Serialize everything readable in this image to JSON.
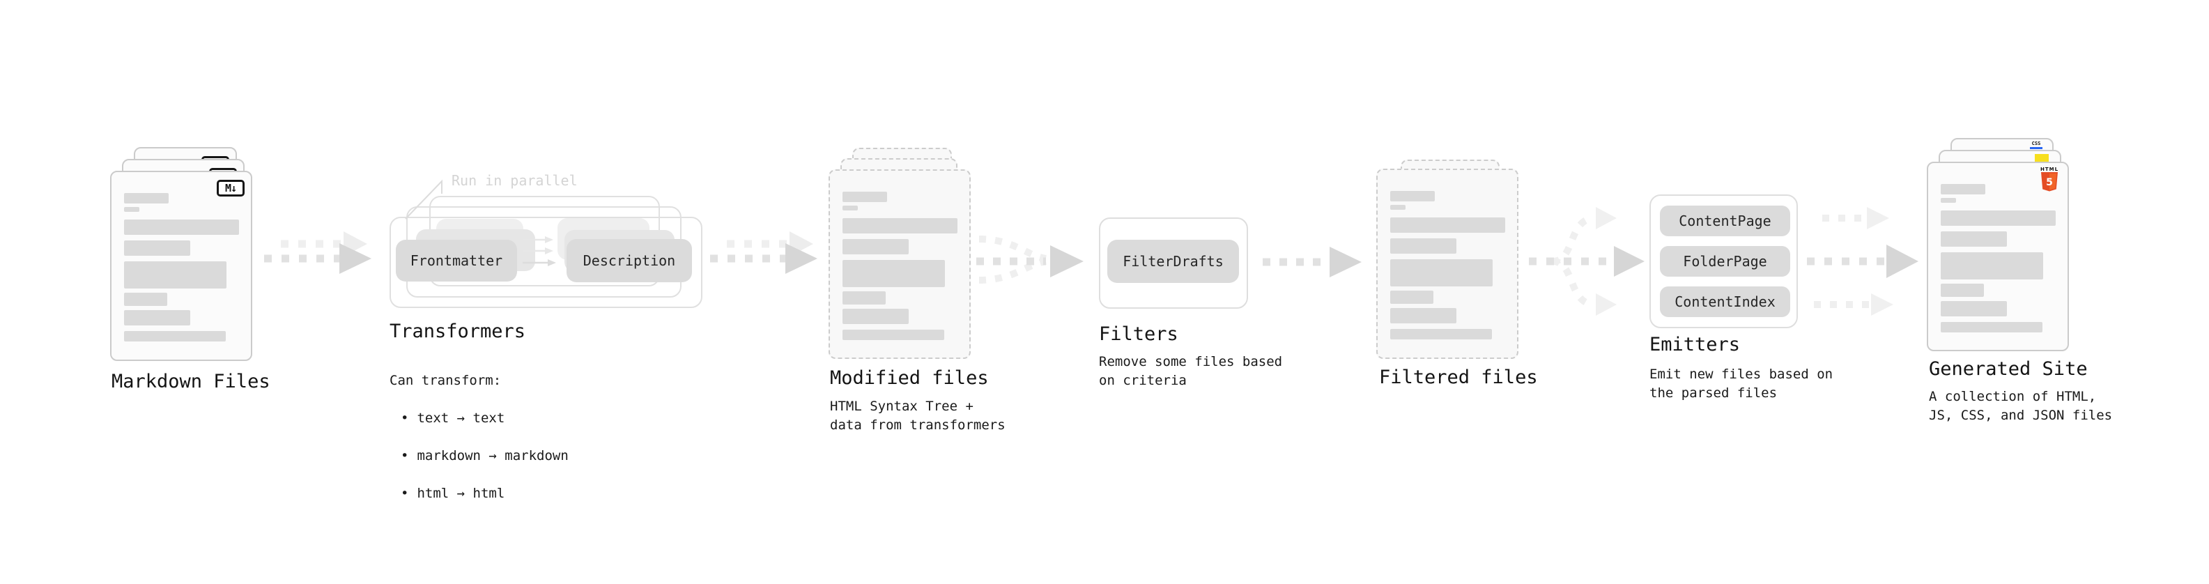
{
  "stages": {
    "markdown": {
      "label": "Markdown Files",
      "badge": "M↓"
    },
    "transformers": {
      "label": "Transformers",
      "note": "Run in parallel",
      "pill_left": "Frontmatter",
      "pill_right": "Description",
      "desc_title": "Can transform:",
      "bullet_char": "•",
      "bullets": [
        "text → text",
        "markdown → markdown",
        "html → html"
      ]
    },
    "modified": {
      "label": "Modified files",
      "desc": "HTML Syntax Tree +\ndata from transformers"
    },
    "filters": {
      "label": "Filters",
      "pill": "FilterDrafts",
      "desc": "Remove some files based\non criteria"
    },
    "filtered": {
      "label": "Filtered files"
    },
    "emitters": {
      "label": "Emitters",
      "pills": [
        "ContentPage",
        "FolderPage",
        "ContentIndex"
      ],
      "desc": "Emit new files based on\nthe parsed files"
    },
    "generated": {
      "label": "Generated Site",
      "desc": "A collection of HTML,\nJS, CSS, and JSON files",
      "html5_word": "HTML",
      "html5_number": "5",
      "css_label": "CSS"
    }
  },
  "colors": {
    "html5_orange": "#e44d26",
    "html5_orange_light": "#f16529",
    "js_yellow": "#f7df1e",
    "css_blue": "#2966f2",
    "bar_gray": "#dadada",
    "pill_gray": "#dbdbdb"
  }
}
